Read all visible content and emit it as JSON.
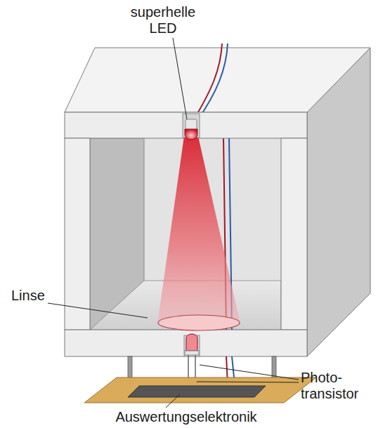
{
  "diagram": {
    "labels": [
      "superhelle LED",
      "Linse",
      "Photo- transistor",
      "Auswertungselektronik"
    ]
  }
}
